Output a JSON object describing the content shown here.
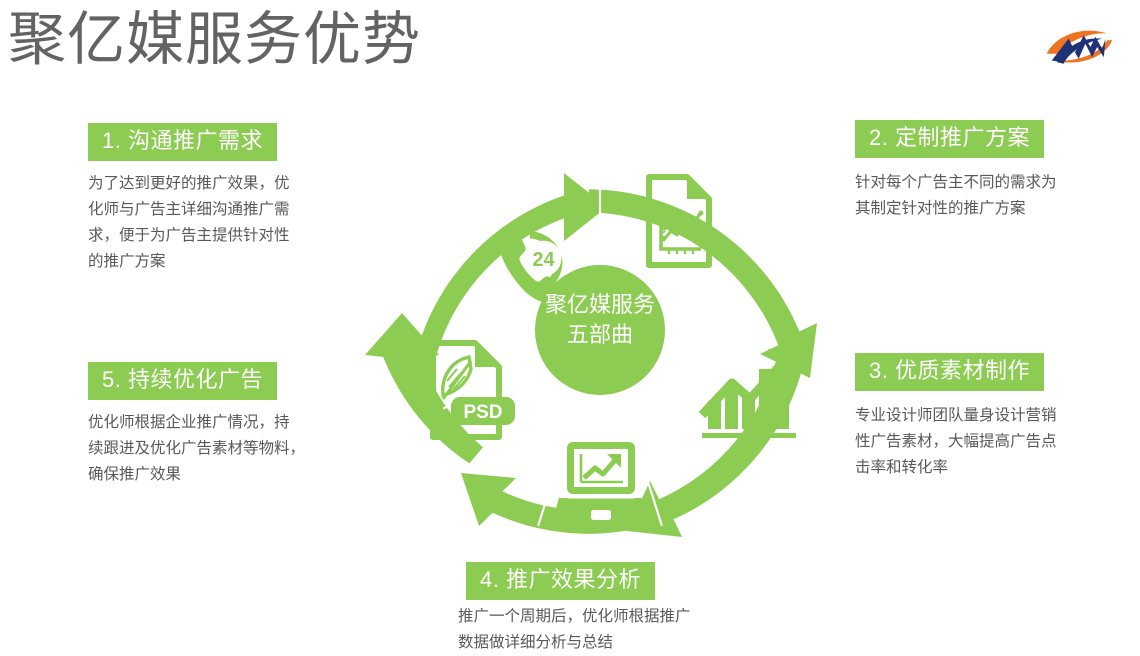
{
  "header": {
    "title": "聚亿媒服务优势",
    "logo_name": "juyimei-m-logo"
  },
  "colors": {
    "green": "#8DCC52",
    "green_ring": "#8DCC52",
    "title_gray": "#636363",
    "body_gray": "#595959",
    "logo_navy": "#1F3277",
    "logo_orange": "#EE7322",
    "white": "#FFFFFF"
  },
  "center": {
    "text": "聚亿媒服务\n五部曲"
  },
  "steps": [
    {
      "id": "step-1",
      "label": "1. 沟通推广需求",
      "body": "为了达到更好的推广效果，优\n化师与广告主详细沟通推广需\n求，便于为广告主提供针对性\n的推广方案",
      "icon": "phone-24-support-icon"
    },
    {
      "id": "step-2",
      "label": "2. 定制推广方案",
      "body": "针对每个广告主不同的需求为\n其制定针对性的推广方案",
      "icon": "document-chart-icon"
    },
    {
      "id": "step-3",
      "label": "3. 优质素材制作",
      "body": "专业设计师团队量身设计营销\n性广告素材，大幅提高广告点\n击率和转化率",
      "icon": "bar-chart-growth-icon"
    },
    {
      "id": "step-4",
      "label": "4. 推广效果分析",
      "body": "推广一个周期后，优化师根据推广\n数据做详细分析与总结",
      "icon": "laptop-chart-icon"
    },
    {
      "id": "step-5",
      "label": "5. 持续优化广告",
      "body": "优化师根据企业推广情况，持\n续跟进及优化广告素材等物料，\n确保推广效果",
      "icon": "psd-file-feather-icon"
    }
  ],
  "diagram": {
    "icon_badge_24": "24",
    "icon_badge_psd": "PSD",
    "segments": 5,
    "direction": "clockwise"
  }
}
